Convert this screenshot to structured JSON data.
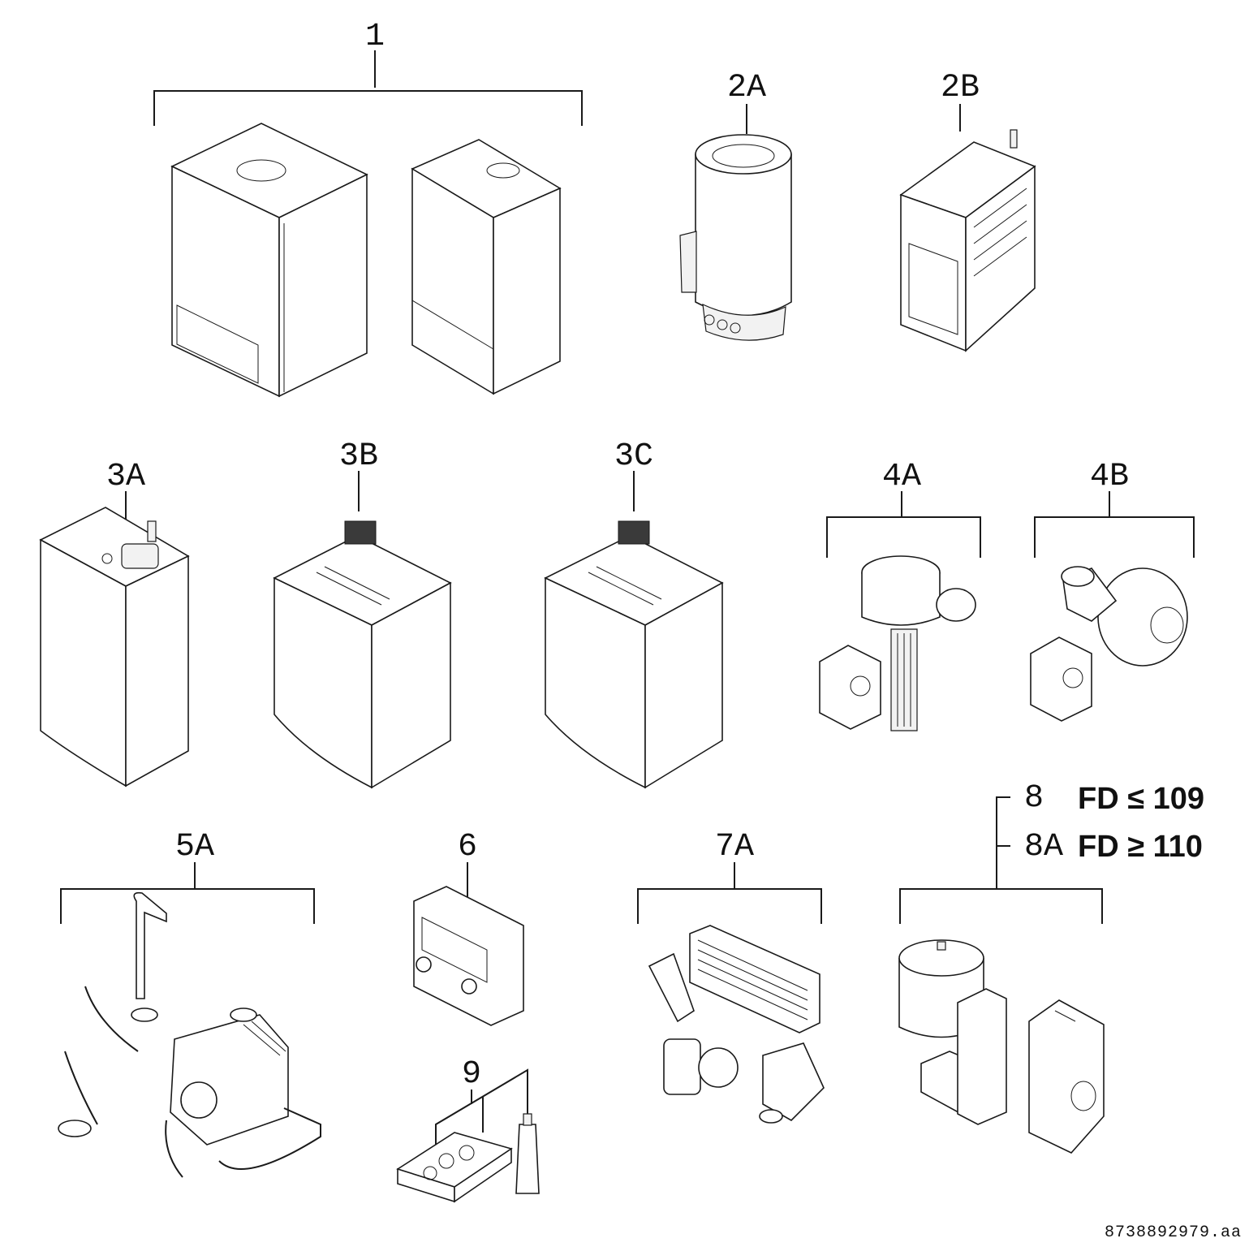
{
  "labels": {
    "p1": "1",
    "p2a": "2A",
    "p2b": "2B",
    "p3a": "3A",
    "p3b": "3B",
    "p3c": "3C",
    "p4a": "4A",
    "p4b": "4B",
    "p5a": "5A",
    "p6": "6",
    "p7a": "7A",
    "p8": "8",
    "p8a": "8A",
    "p9": "9"
  },
  "fd_conditions": {
    "p8": "FD ≤ 109",
    "p8a": "FD ≥ 110"
  },
  "document_id": "8738892979.aa"
}
